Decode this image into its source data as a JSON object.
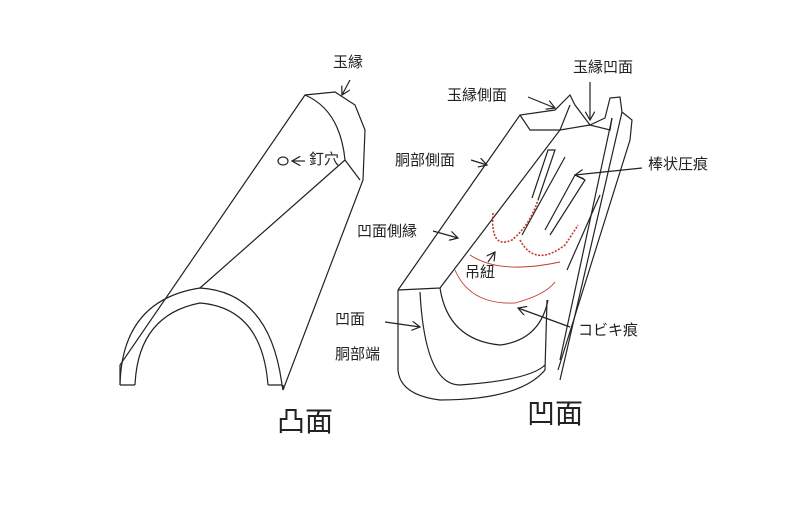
{
  "convex": {
    "title": "凸面",
    "labels": {
      "tamabuchi": "玉縁",
      "kugiana": "釘穴"
    }
  },
  "concave": {
    "title": "凹面",
    "labels": {
      "tamabuchi_side": "玉縁側面",
      "tamabuchi_concave": "玉縁凹面",
      "body_side": "胴部側面",
      "rod_marks": "棒状圧痕",
      "concave_edge": "凹面側縁",
      "hanging_cord": "吊紐",
      "concave_face": "凹面",
      "body_end": "胴部端",
      "kobiki_marks": "コビキ痕"
    }
  },
  "colors": {
    "line": "#222222",
    "cord": "#c0392b"
  }
}
